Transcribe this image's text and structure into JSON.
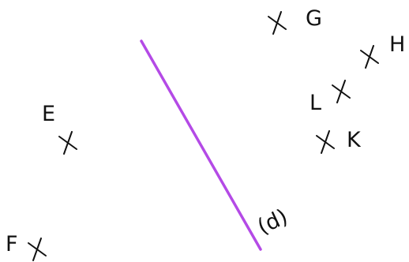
{
  "line": {
    "label": "(d)",
    "color": "#b44ae6"
  },
  "points": [
    {
      "id": "G",
      "label": "G"
    },
    {
      "id": "H",
      "label": "H"
    },
    {
      "id": "L",
      "label": "L"
    },
    {
      "id": "K",
      "label": "K"
    },
    {
      "id": "E",
      "label": "E"
    },
    {
      "id": "F",
      "label": "F"
    }
  ]
}
